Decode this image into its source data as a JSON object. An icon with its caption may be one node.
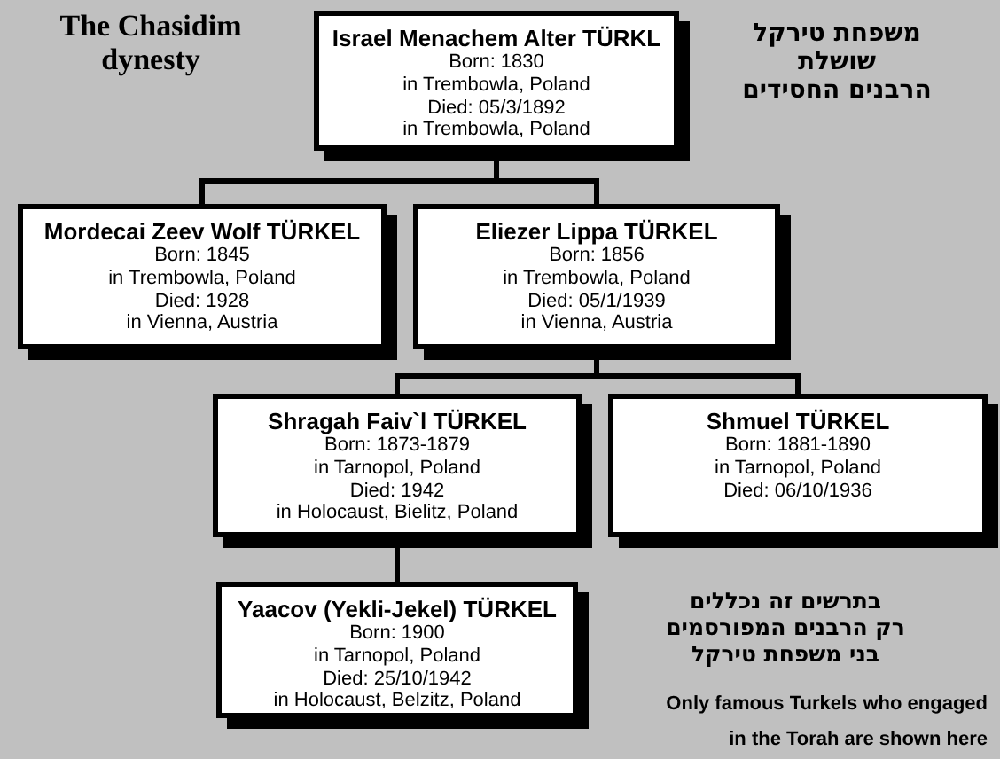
{
  "diagram": {
    "title": "The Chasidim dynesty",
    "nodes": [
      {
        "text": [
          "Israel Menachem Alter TÜRKL",
          "Born: 1830",
          "in Trembowla, Poland",
          "Died: 05/3/1892",
          "in Trembowla, Poland"
        ]
      },
      {
        "text": [
          "Mordecai Zeev Wolf TÜRKEL",
          "Born: 1845",
          "in Trembowla, Poland",
          "Died: 1928",
          "in Vienna, Austria"
        ]
      },
      {
        "text": [
          "Eliezer Lippa TÜRKEL",
          "Born: 1856",
          "in Trembowla, Poland",
          "Died: 05/1/1939",
          "in Vienna, Austria"
        ]
      },
      {
        "text": [
          "Shragah Faiv`l TÜRKEL",
          "Born: 1873-1879",
          "in Tarnopol, Poland",
          "Died: 1942",
          "in Holocaust, Bielitz, Poland"
        ]
      },
      {
        "text": [
          "Shmuel TÜRKEL",
          "Born: 1881-1890",
          "in Tarnopol, Poland",
          "Died: 06/10/1936"
        ]
      },
      {
        "text": [
          "Yaacov (Yekli-Jekel) TÜRKEL",
          "Born: 1900",
          "in Tarnopol, Poland",
          "Died: 25/10/1942",
          "in Holocaust, Belzitz, Poland"
        ]
      }
    ],
    "edges": [
      {
        "from": 0,
        "to": 1,
        "arrow": "none"
      },
      {
        "from": 0,
        "to": 2,
        "arrow": "none"
      },
      {
        "from": 2,
        "to": 3,
        "arrow": "none"
      },
      {
        "from": 2,
        "to": 4,
        "arrow": "none"
      },
      {
        "from": 3,
        "to": 5,
        "arrow": "none"
      }
    ],
    "labels": [
      "משפחת טירקל שושלת הרבנים החסידים",
      "בתרשים זה נכללים רק הרבנים המפורסמים בני משפחת טירקל",
      "Only famous Turkels who engaged in the Torah are shown here"
    ]
  }
}
